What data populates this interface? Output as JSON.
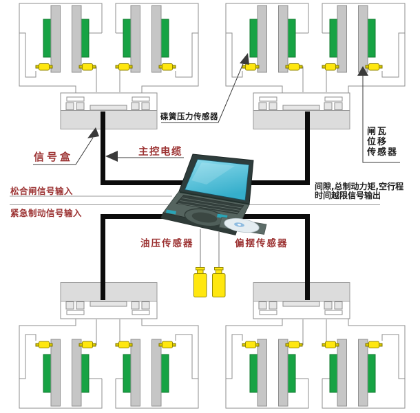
{
  "diagram": {
    "labels": {
      "disc_spring_sensor": "碟簧压力传感器",
      "shoe_line1": "闸瓦",
      "shoe_line2": "位移",
      "shoe_line3": "传感器",
      "signal_box": "信号盒",
      "main_cable": "主控电缆",
      "release_input": "松合闸信号输入",
      "emergency_input": "紧急制动信号输入",
      "output_line1": "间隙,总制动力矩,空行程",
      "output_line2": "时间越限信号输出",
      "oil_sensor": "油压传感器",
      "sway_sensor": "偏摆传感器"
    }
  },
  "colors": {
    "label-red": "#9c3333",
    "label-black": "#1f1f1f",
    "pad-green": "#17a344",
    "pad-green-edge": "#0d7a2b",
    "sensor-yellow": "#ffe70f",
    "sensor-yellow-edge": "#938700",
    "bar-gray": "#c6c6c6",
    "bar-gray-edge": "#8f8f8f",
    "plate-gray": "#dcdcdc",
    "plate-gray-edge": "#999999",
    "junction-white": "#ffffff",
    "wire-gray": "#8d8d8d",
    "cable-black": "#0c0c0c",
    "pointer-dark": "#3a3a3a",
    "thin-rule": "#9a9a9a",
    "screen-teal": "#35aecb",
    "screen-teal-light": "#8edced",
    "laptop-body": "#55645f",
    "laptop-dark": "#2f3b38",
    "accent-teal": "#2aa4b6",
    "cd-silver": "#e4edf1"
  }
}
